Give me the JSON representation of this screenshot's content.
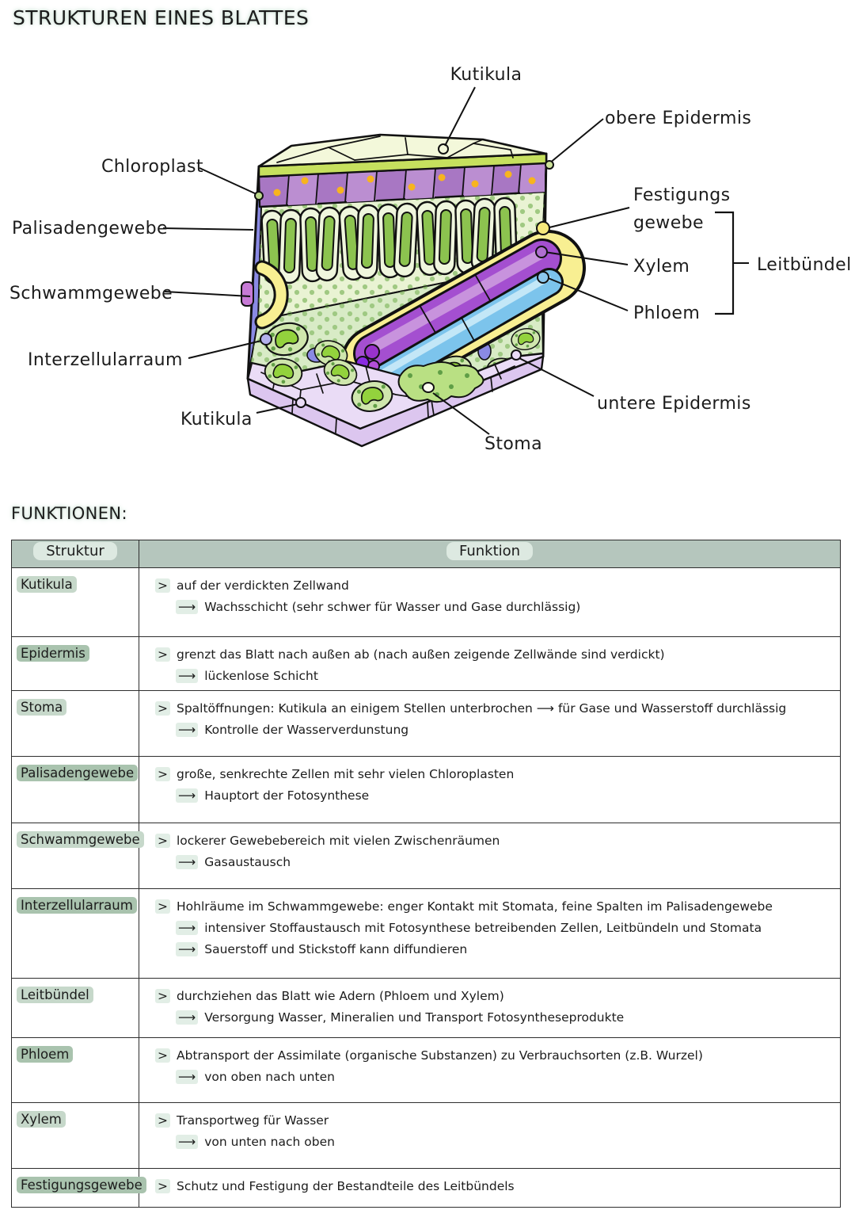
{
  "title": "STRUKTUREN EINES BLATTES",
  "funktionen_heading": "FUNKTIONEN:",
  "colors": {
    "header_bg": "#b5c6bd",
    "header_pill": "#dde9e1",
    "label_hl": "#c6d8ca",
    "label_hl_dark": "#a9c3ae",
    "title_glow": "#c9dfd2",
    "table_border": "#2e2e2e",
    "cuticle_green": "#c6e05e",
    "epidermis_purple": "#a877c3",
    "palisade_green": "#8cc34f",
    "spongy_green": "#d8ebc6",
    "gap_blue": "#8a8ae4",
    "bundle_yellow": "#f8ef92",
    "xylem_purple": "#a44fd0",
    "phloem_blue": "#7cc4ec",
    "lower_epidermis_lavender": "#eadcf6",
    "chloroplast_orange": "#f7b41e"
  },
  "diagram": {
    "labels": {
      "kutikula_top": "Kutikula",
      "obere_epidermis": "obere Epidermis",
      "chloroplast": "Chloroplast",
      "palisadengewebe": "Palisadengewebe",
      "festigungsgewebe_line1": "Festigungs",
      "festigungsgewebe_line2": "gewebe",
      "xylem": "Xylem",
      "leitbuendel": "Leitbündel",
      "phloem": "Phloem",
      "schwammgewebe": "Schwammgewebe",
      "interzellularraum": "Interzellularraum",
      "kutikula_bottom": "Kutikula",
      "untere_epidermis": "untere Epidermis",
      "stoma": "Stoma"
    }
  },
  "table": {
    "headers": [
      "Struktur",
      "Funktion"
    ],
    "rows": [
      {
        "label": "Kutikula",
        "label_class": "hl",
        "lines": [
          {
            "m": ">",
            "t": "auf der verdickten Zellwand",
            "c": "fline"
          },
          {
            "m": "⟶",
            "t": "Wachsschicht (sehr schwer für Wasser und Gase durchlässig)",
            "c": "fline cont"
          }
        ]
      },
      {
        "label": "Epidermis",
        "label_class": "hl dark",
        "lines": [
          {
            "m": ">",
            "t": "grenzt das Blatt nach außen ab (nach außen zeigende Zellwände sind verdickt)",
            "c": "fline"
          },
          {
            "m": "⟶",
            "t": "lückenlose Schicht",
            "c": "fline cont"
          }
        ]
      },
      {
        "label": "Stoma",
        "label_class": "hl",
        "lines": [
          {
            "m": ">",
            "t": "Spaltöffnungen: Kutikula an einigem Stellen unterbrochen ⟶ für Gase und Wasserstoff durchlässig",
            "c": "fline"
          },
          {
            "m": "⟶",
            "t": "Kontrolle der Wasserverdunstung",
            "c": "fline cont"
          }
        ]
      },
      {
        "label": "Palisadengewebe",
        "label_class": "hl dark",
        "lines": [
          {
            "m": ">",
            "t": "große, senkrechte Zellen mit sehr vielen Chloroplasten",
            "c": "fline"
          },
          {
            "m": "⟶",
            "t": "Hauptort der Fotosynthese",
            "c": "fline cont"
          }
        ]
      },
      {
        "label": "Schwammgewebe",
        "label_class": "hl",
        "lines": [
          {
            "m": ">",
            "t": "lockerer Gewebebereich mit vielen Zwischenräumen",
            "c": "fline"
          },
          {
            "m": "⟶",
            "t": "Gasaustausch",
            "c": "fline cont"
          }
        ]
      },
      {
        "label": "Interzellularraum",
        "label_class": "hl dark",
        "lines": [
          {
            "m": ">",
            "t": "Hohlräume im Schwammgewebe: enger Kontakt mit Stomata, feine Spalten im Palisadengewebe",
            "c": "fline"
          },
          {
            "m": "⟶",
            "t": "intensiver Stoffaustausch mit Fotosynthese betreibenden Zellen, Leitbündeln und Stomata",
            "c": "fline cont"
          },
          {
            "m": "⟶",
            "t": "Sauerstoff und Stickstoff kann diffundieren",
            "c": "fline cont"
          }
        ]
      },
      {
        "label": "Leitbündel",
        "label_class": "hl",
        "lines": [
          {
            "m": ">",
            "t": "durchziehen das Blatt wie Adern (Phloem und Xylem)",
            "c": "fline"
          },
          {
            "m": "⟶",
            "t": "Versorgung  Wasser, Mineralien  und Transport  Fotosyntheseprodukte",
            "c": "fline cont"
          }
        ]
      },
      {
        "label": "Phloem",
        "label_class": "hl dark",
        "lines": [
          {
            "m": ">",
            "t": "Abtransport der Assimilate (organische Substanzen) zu Verbrauchsorten (z.B. Wurzel)",
            "c": "fline"
          },
          {
            "m": "⟶",
            "t": "von oben nach unten",
            "c": "fline cont"
          }
        ]
      },
      {
        "label": "Xylem",
        "label_class": "hl",
        "lines": [
          {
            "m": ">",
            "t": "Transportweg für Wasser",
            "c": "fline"
          },
          {
            "m": "⟶",
            "t": "von unten nach oben",
            "c": "fline cont"
          }
        ]
      },
      {
        "label": "Festigungsgewebe",
        "label_class": "hl dark",
        "lines": [
          {
            "m": ">",
            "t": "Schutz und Festigung der Bestandteile des Leitbündels",
            "c": "fline"
          }
        ]
      }
    ]
  }
}
